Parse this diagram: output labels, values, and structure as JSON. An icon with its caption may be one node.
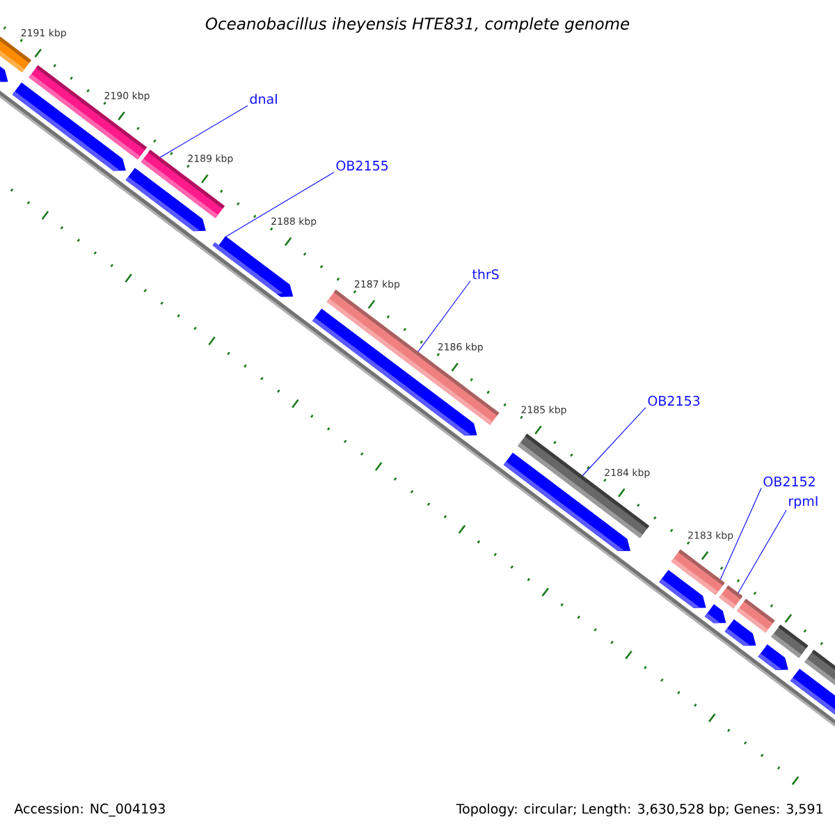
{
  "diagram": {
    "title": "Oceanobacillus iheyensis HTE831, complete genome",
    "nodes": [
      {
        "text": [
          "dnaI"
        ]
      },
      {
        "text": [
          "OB2155"
        ]
      },
      {
        "text": [
          "thrS"
        ]
      },
      {
        "text": [
          "OB2153"
        ]
      },
      {
        "text": [
          "OB2152"
        ]
      },
      {
        "text": [
          "rpmI"
        ]
      },
      {
        "text": [],
        "shape": "bar"
      },
      {
        "text": [],
        "shape": "bar"
      },
      {
        "text": [],
        "shape": "bar"
      },
      {
        "text": [],
        "shape": "bar"
      },
      {
        "text": [],
        "shape": "bar"
      },
      {
        "text": [],
        "shape": "bar"
      }
    ],
    "edges": [
      {
        "from": 0,
        "to": 6,
        "arrow": "none"
      },
      {
        "from": 1,
        "to": 7,
        "arrow": "none"
      },
      {
        "from": 2,
        "to": 8,
        "arrow": "none"
      },
      {
        "from": 3,
        "to": 9,
        "arrow": "none"
      },
      {
        "from": 4,
        "to": 10,
        "arrow": "none"
      },
      {
        "from": 5,
        "to": 11,
        "arrow": "none"
      }
    ],
    "labels": [
      "2191 kbp",
      "2190 kbp",
      "2189 kbp",
      "2188 kbp",
      "2187 kbp",
      "2186 kbp",
      "2185 kbp",
      "2184 kbp",
      "2183 kbp",
      "Accession: NC_004193",
      "Topology: circular; Length: 3,630,528 bp; Genes: 3,591"
    ]
  }
}
